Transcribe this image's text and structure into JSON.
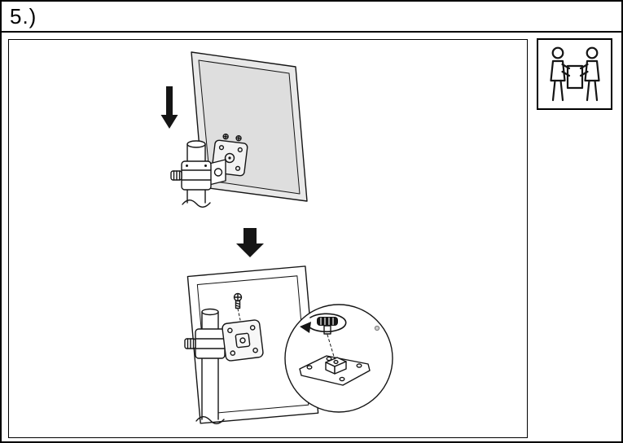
{
  "page": {
    "step_label": "5.)"
  },
  "colors": {
    "line": "#151515",
    "background": "#ffffff",
    "monitor_fill_top": "#e8e8e8",
    "monitor_bezel_fill_top": "#dedede",
    "arrow_fill": "#151515"
  },
  "icons": {
    "two_person_lift": "two-person-lift",
    "down_arrow_small": "down-arrow",
    "down_arrow_large": "large-down-arrow",
    "rotate_arrow": "rotate-arrow",
    "thumbscrew": "thumbscrew",
    "screw": "phillips-screw"
  }
}
